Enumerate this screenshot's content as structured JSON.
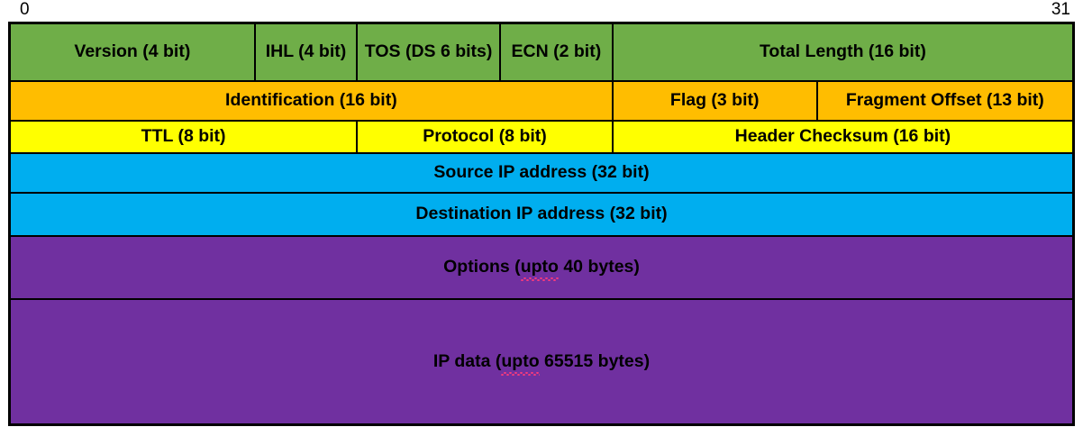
{
  "ruler": {
    "start_bit": "0",
    "end_bit": "31"
  },
  "colors": {
    "green": "#6FAE48",
    "orange": "#FFBD00",
    "yellow": "#FFFF00",
    "blue": "#00AEEF",
    "purple": "#7030A0",
    "border": "#000000",
    "spellcheck_underline": "#ff3b7b"
  },
  "rows": [
    {
      "name": "word-1",
      "color": "green",
      "cells": [
        {
          "label": "Version (4 bit)",
          "bits": 4
        },
        {
          "label": "IHL (4 bit)",
          "bits": 4
        },
        {
          "label": "TOS (DS 6 bits)",
          "bits": 6
        },
        {
          "label": "ECN (2 bit)",
          "bits": 2
        },
        {
          "label": "Total Length (16 bit)",
          "bits": 16
        }
      ]
    },
    {
      "name": "word-2",
      "color": "orange",
      "cells": [
        {
          "label": "Identification (16 bit)",
          "bits": 16
        },
        {
          "label": "Flag (3 bit)",
          "bits": 3
        },
        {
          "label": "Fragment Offset (13 bit)",
          "bits": 13
        }
      ]
    },
    {
      "name": "word-3",
      "color": "yellow",
      "cells": [
        {
          "label": "TTL (8 bit)",
          "bits": 8
        },
        {
          "label": "Protocol (8 bit)",
          "bits": 8
        },
        {
          "label": "Header Checksum (16 bit)",
          "bits": 16
        }
      ]
    },
    {
      "name": "word-4",
      "color": "blue",
      "cells": [
        {
          "label": "Source IP address (32 bit)",
          "bits": 32
        }
      ]
    },
    {
      "name": "word-5",
      "color": "blue",
      "cells": [
        {
          "label": "Destination IP address (32 bit)",
          "bits": 32
        }
      ]
    },
    {
      "name": "options",
      "color": "purple",
      "cells": [
        {
          "label_before": "Options (",
          "label_misspelled": "upto",
          "label_after": " 40 bytes)"
        }
      ]
    },
    {
      "name": "payload",
      "color": "purple",
      "cells": [
        {
          "label_before": "IP data (",
          "label_misspelled": "upto",
          "label_after": " 65515 bytes)"
        }
      ]
    }
  ]
}
